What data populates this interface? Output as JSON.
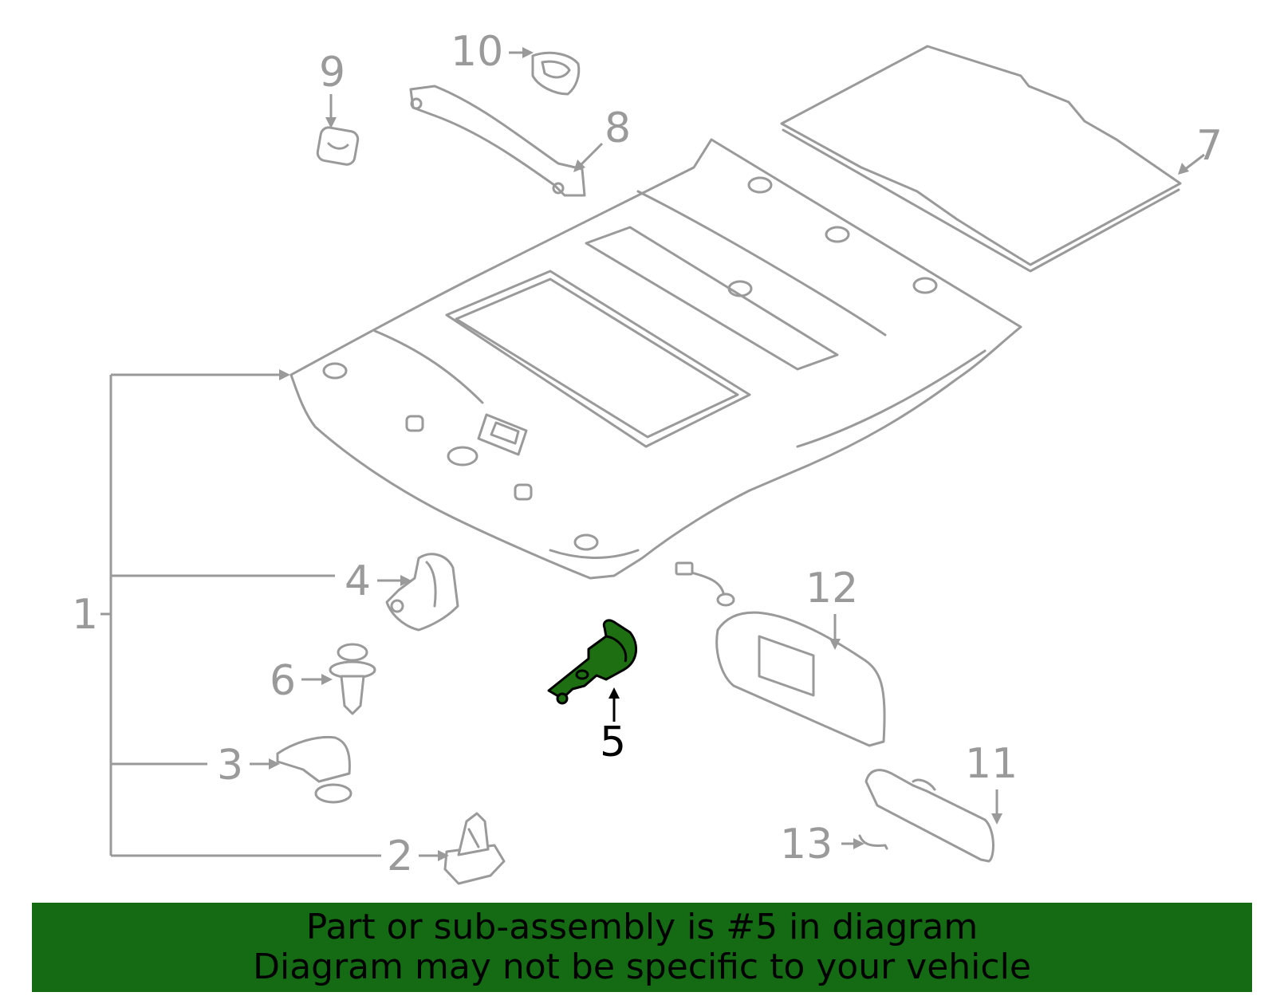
{
  "callouts": {
    "c1": "1",
    "c2": "2",
    "c3": "3",
    "c4": "4",
    "c5": "5",
    "c6": "6",
    "c7": "7",
    "c8": "8",
    "c9": "9",
    "c10": "10",
    "c11": "11",
    "c12": "12",
    "c13": "13"
  },
  "highlighted_part": "5",
  "colors": {
    "highlight": "#1e6e12",
    "banner": "#146b14",
    "line_art": "#9a9a9a"
  },
  "banner": {
    "line1": "Part or sub-assembly is #5 in diagram",
    "line2": "Diagram may not be specific to your vehicle"
  }
}
